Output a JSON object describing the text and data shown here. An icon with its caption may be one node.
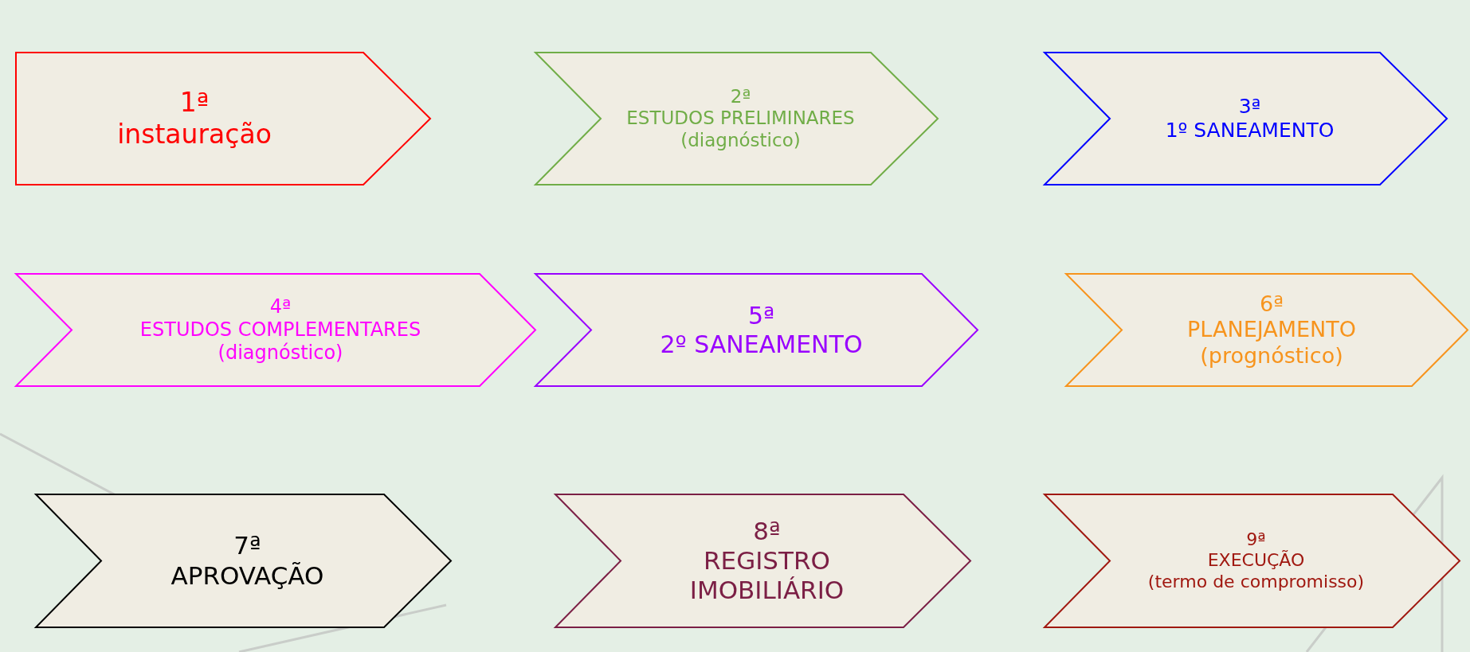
{
  "diagram": {
    "nodes": [
      {
        "text": [
          "1ª",
          "instauração"
        ]
      },
      {
        "text": [
          "2ª",
          "ESTUDOS PRELIMINARES",
          "(diagnóstico)"
        ]
      },
      {
        "text": [
          "3ª",
          "1º SANEAMENTO"
        ]
      },
      {
        "text": [
          "4ª",
          "ESTUDOS COMPLEMENTARES",
          "(diagnóstico)"
        ]
      },
      {
        "text": [
          "5ª",
          "2º SANEAMENTO"
        ]
      },
      {
        "text": [
          "6ª",
          "PLANEJAMENTO",
          "(prognóstico)"
        ]
      },
      {
        "text": [
          "7ª",
          "APROVAÇÃO"
        ]
      },
      {
        "text": [
          "8ª",
          "REGISTRO IMOBILIÁRIO"
        ]
      },
      {
        "text": [
          "9ª",
          "EXECUÇÃO",
          "(termo de compromisso)"
        ]
      }
    ],
    "edges": []
  }
}
